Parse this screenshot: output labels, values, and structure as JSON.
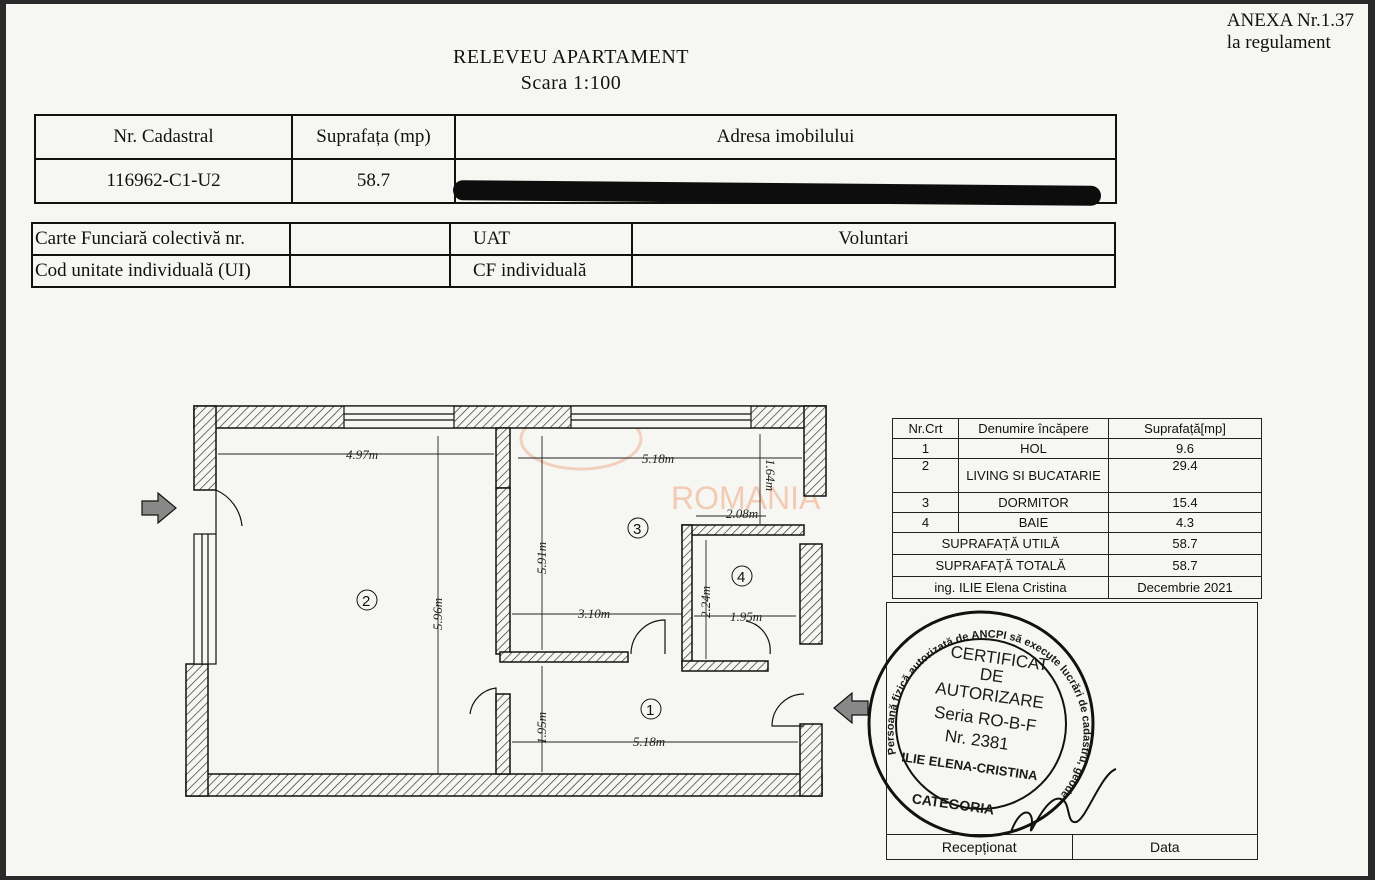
{
  "annex": {
    "line1": "ANEXA Nr.1.37",
    "line2": "la regulament"
  },
  "title": {
    "main": "RELEVEU APARTAMENT",
    "scale": "Scara 1:100"
  },
  "cadastral_table": {
    "headers": [
      "Nr. Cadastral",
      "Suprafața (mp)",
      "Adresa imobilului"
    ],
    "values": [
      "116962-C1-U2",
      "58.7",
      ""
    ]
  },
  "cf_table": {
    "row1": [
      "Carte Funciară colectivă nr.",
      "",
      "UAT",
      "Voluntari"
    ],
    "row2": [
      "Cod unitate individuală (UI)",
      "",
      "CF individuală",
      ""
    ]
  },
  "rooms_table": {
    "headers": [
      "Nr.Crt",
      "Denumire încăpere",
      "Suprafață[mp]"
    ],
    "rows": [
      {
        "nr": "1",
        "name": "HOL",
        "area": "9.6"
      },
      {
        "nr": "2",
        "name": "LIVING SI BUCATARIE",
        "area": "29.4"
      },
      {
        "nr": "3",
        "name": "DORMITOR",
        "area": "15.4"
      },
      {
        "nr": "4",
        "name": "BAIE",
        "area": "4.3"
      }
    ],
    "util_label": "SUPRAFAȚĂ UTILĂ",
    "util_value": "58.7",
    "total_label": "SUPRAFAȚĂ TOTALĂ",
    "total_value": "58.7",
    "engineer": "ing. ILIE Elena Cristina",
    "date": "Decembrie 2021"
  },
  "signature_box": {
    "received": "Recepționat",
    "date": "Data"
  },
  "plan": {
    "dimensions": [
      "4.97m",
      "5.18m",
      "1.64m",
      "2.08m",
      "5.91m",
      "5.96m",
      "3.10m",
      "2.24m",
      "1.95m",
      "1.95m",
      "5.18m"
    ],
    "room_numbers": [
      "1",
      "2",
      "3",
      "4"
    ],
    "watermark": "ROMANIA"
  },
  "stamp": {
    "ring_text": "Persoană fizică autorizată de ANCPI să execute lucrări de cadastru, geodezie și cartografie",
    "line1": "CERTIFICAT",
    "line2": "DE",
    "line3": "AUTORIZARE",
    "serie": "Seria RO-B-F",
    "nr": "Nr. 2381",
    "name": "ILIE ELENA-CRISTINA",
    "category": "CATEGORIA"
  },
  "colors": {
    "paper": "#f6f6f3",
    "ink": "#111111",
    "watermark": "#f2b89a"
  }
}
